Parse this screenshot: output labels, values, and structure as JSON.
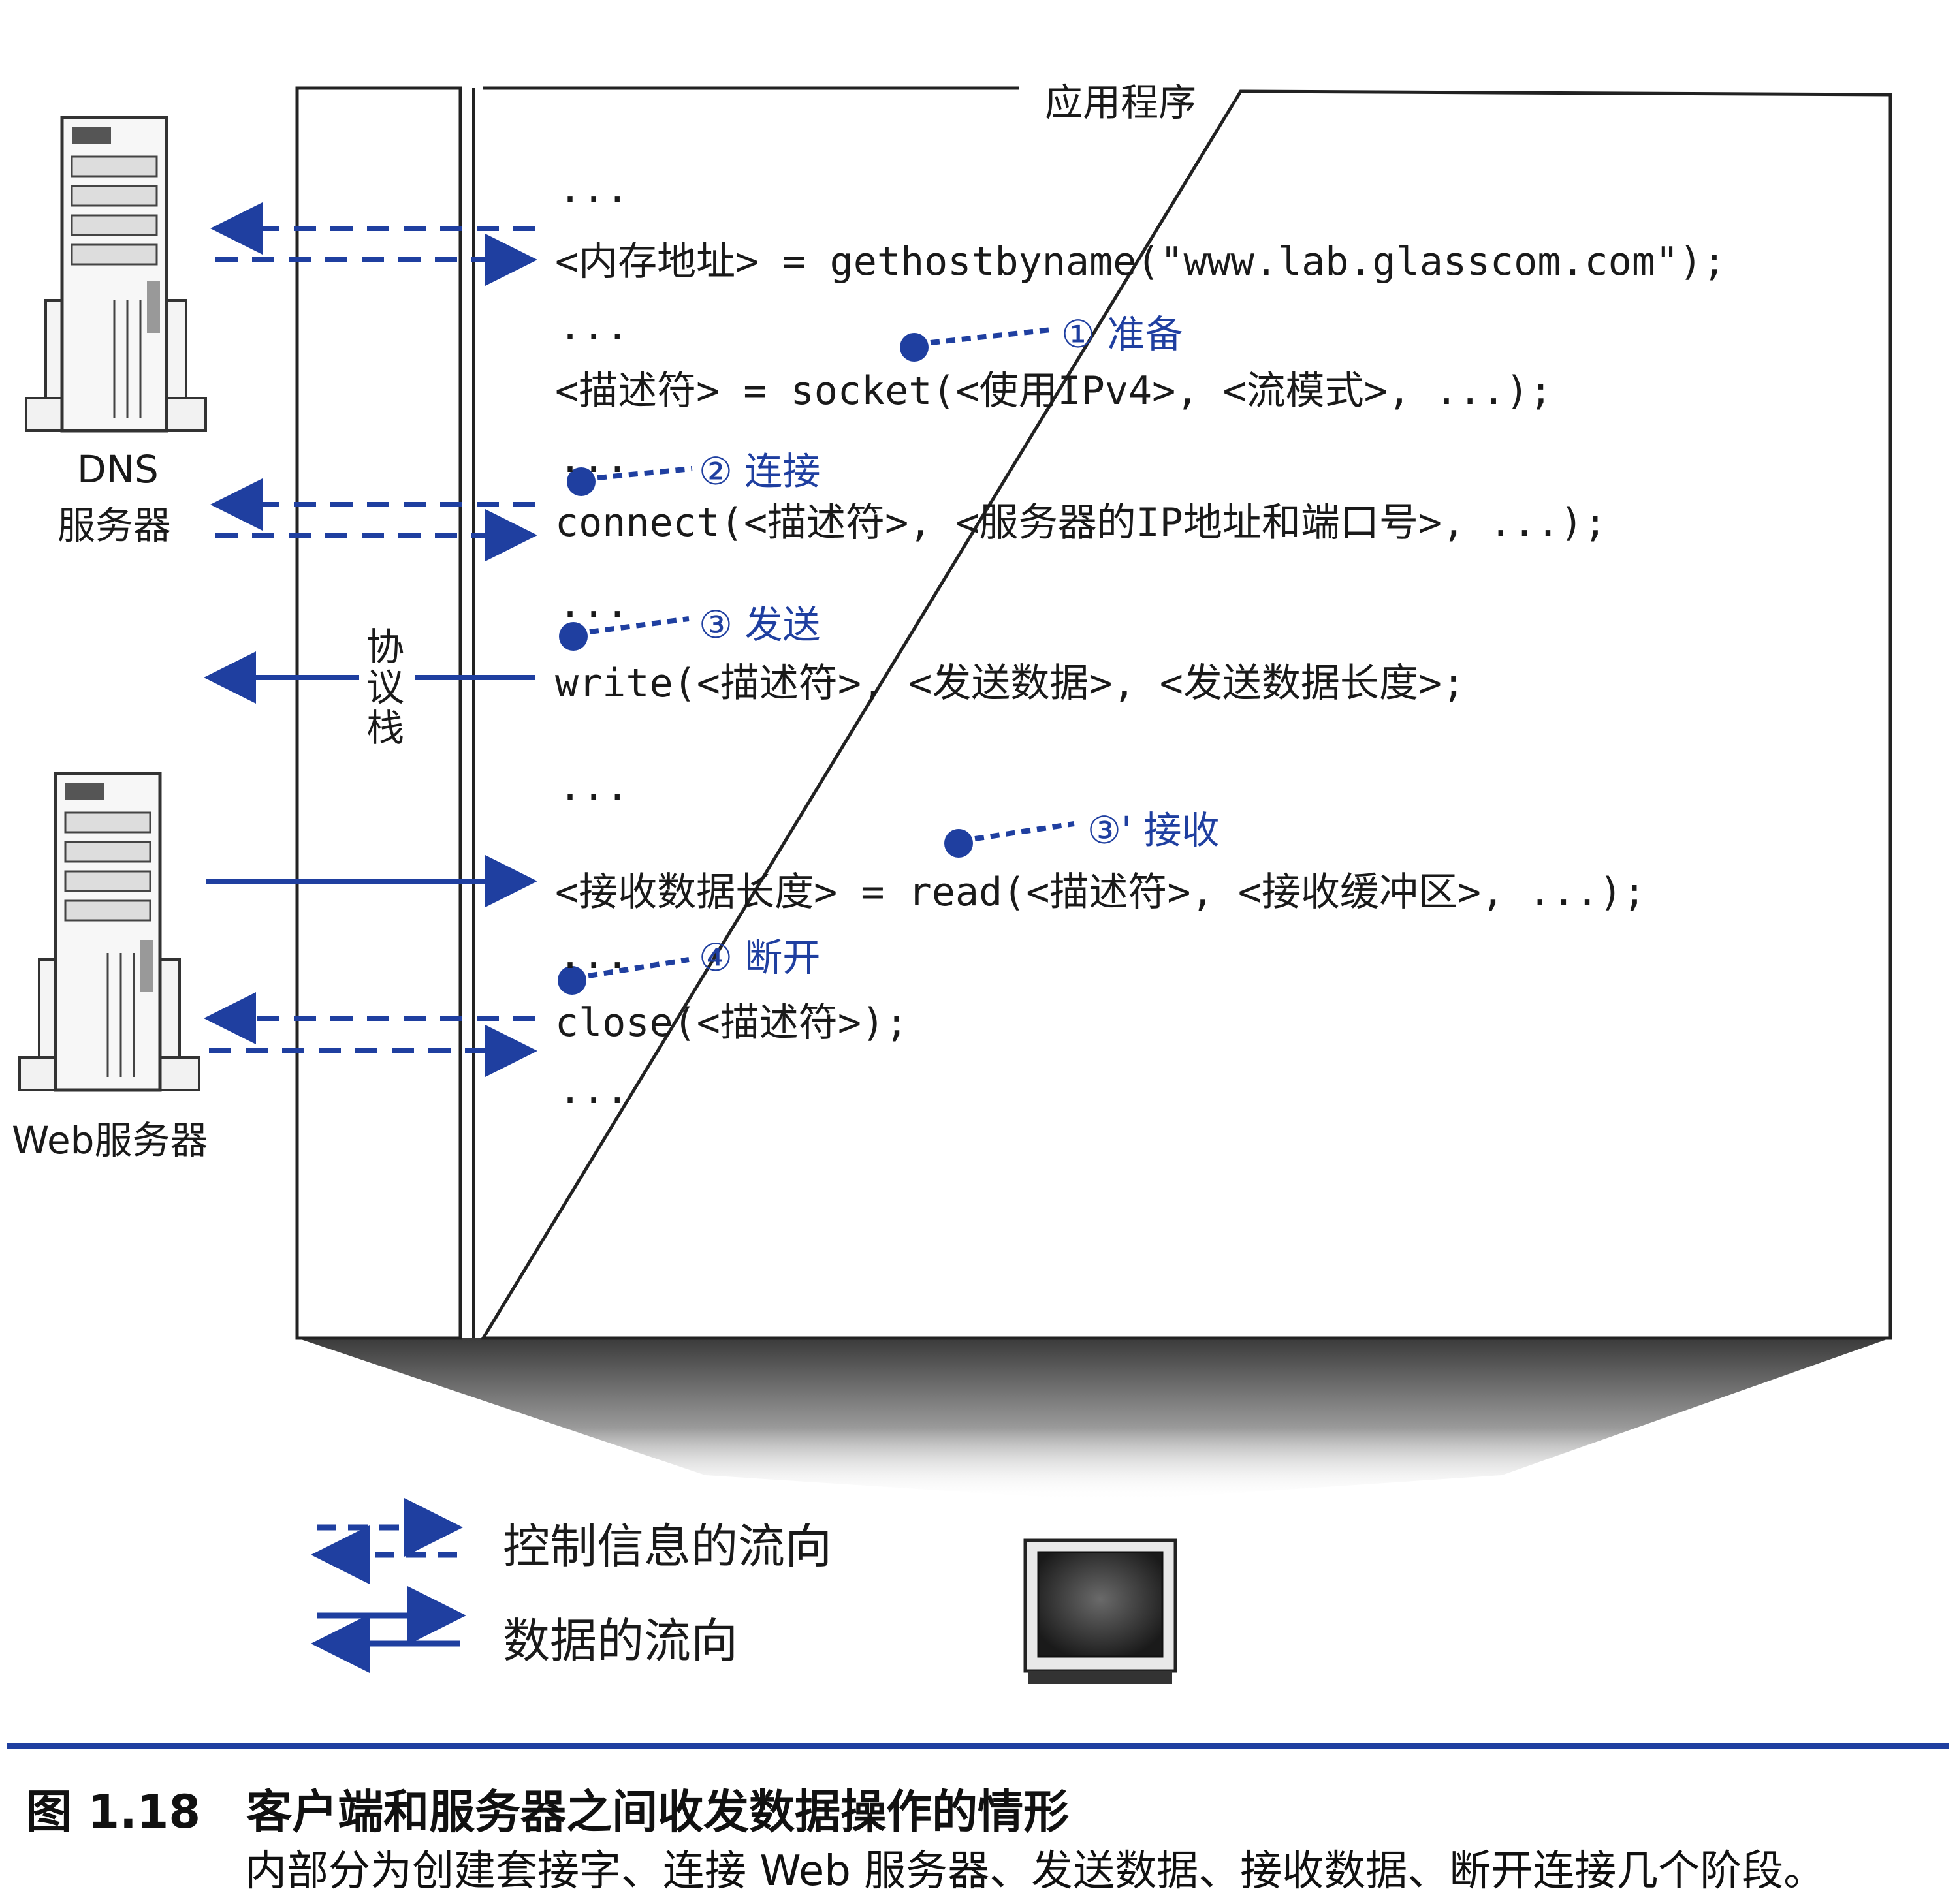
{
  "app_box_title": "应用程序",
  "protocol_stack_label": "协议栈",
  "servers": {
    "dns_label_line1": "DNS",
    "dns_label_line2": "服务器",
    "web_label": "Web服务器"
  },
  "code_lines": {
    "ellipsis_1": "...",
    "gethostbyname": "<内存地址> = gethostbyname(\"www.lab.glasscom.com\");",
    "ellipsis_2": "...",
    "socket": "<描述符> = socket(<使用IPv4>, <流模式>, ...);",
    "ellipsis_3": "...",
    "connect": "connect(<描述符>, <服务器的IP地址和端口号>, ...);",
    "ellipsis_4": "...",
    "write": "write(<描述符>, <发送数据>, <发送数据长度>;",
    "ellipsis_5": "...",
    "read": "<接收数据长度> = read(<描述符>, <接收缓冲区>, ...);",
    "ellipsis_6": "...",
    "close": "close(<描述符>);",
    "ellipsis_7": "..."
  },
  "annotations": {
    "prepare": "① 准备",
    "connect": "② 连接",
    "send": "③ 发送",
    "receive": "③' 接收",
    "disconnect": "④ 断开"
  },
  "legend": {
    "control_flow": "控制信息的流向",
    "data_flow": "数据的流向"
  },
  "caption": {
    "title": "图 1.18　客户端和服务器之间收发数据操作的情形",
    "text": "内部分为创建套接字、连接 Web 服务器、发送数据、接收数据、断开连接几个阶段。"
  },
  "colors": {
    "arrow_blue": "#1f3fa0",
    "caption_rule": "#1f3fa0",
    "box_line": "#222222"
  }
}
